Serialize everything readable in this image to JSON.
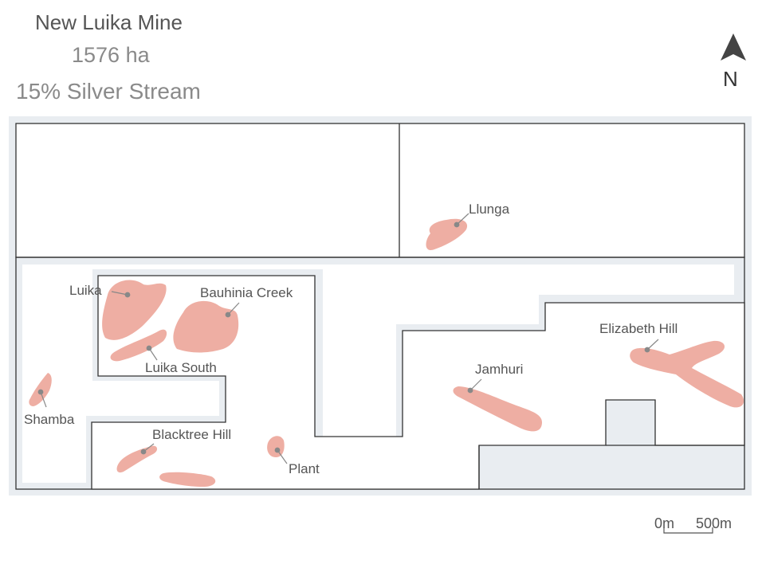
{
  "header": {
    "title": "New Luika Mine",
    "area": "1576 ha",
    "stream": "15%  Silver Stream"
  },
  "north_arrow": {
    "label": "N",
    "icon": "north-arrow-icon"
  },
  "deposits": [
    {
      "id": "llunga",
      "label": "Llunga"
    },
    {
      "id": "luika",
      "label": "Luika"
    },
    {
      "id": "bauhinia-creek",
      "label": "Bauhinia Creek"
    },
    {
      "id": "luika-south",
      "label": "Luika South"
    },
    {
      "id": "elizabeth-hill",
      "label": "Elizabeth Hill"
    },
    {
      "id": "jamhuri",
      "label": "Jamhuri"
    },
    {
      "id": "shamba",
      "label": "Shamba"
    },
    {
      "id": "blacktree-hill",
      "label": "Blacktree Hill"
    },
    {
      "id": "plant",
      "label": "Plant"
    }
  ],
  "scale_bar": {
    "start_label": "0m",
    "end_label": "500m"
  },
  "colors": {
    "deposit_fill": "#eeaea3",
    "stream_area": "#e9edf1",
    "boundary_line": "#333333",
    "leader_dot": "#888888"
  }
}
